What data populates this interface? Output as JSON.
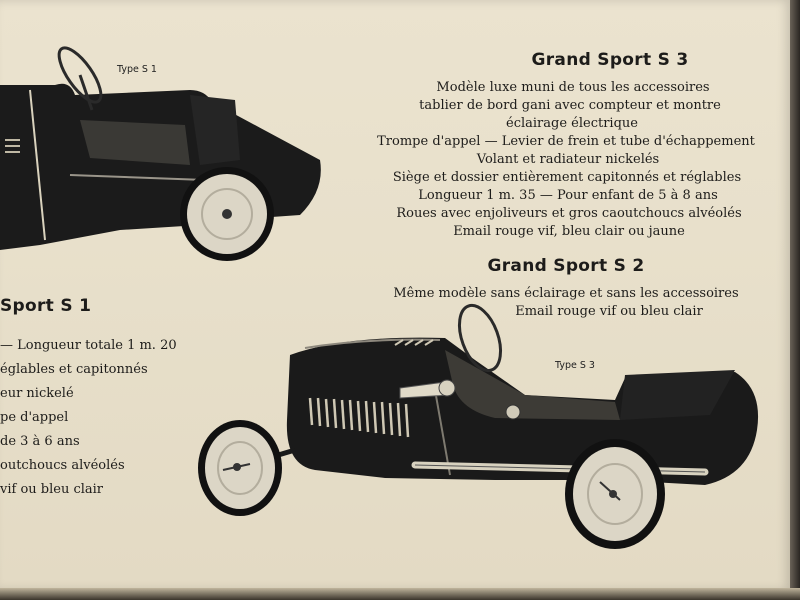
{
  "s3": {
    "title": "Grand Sport S 3",
    "lines": [
      "Modèle luxe muni de tous les accessoires",
      "tablier de bord  gani avec compteur et montre",
      "éclairage électrique",
      "Trompe d'appel — Levier de frein et tube d'échappement",
      "Volant et radiateur nickelés",
      "Siège et dossier entièrement capitonnés et réglables",
      "Longueur 1 m. 35 — Pour enfant de 5 à 8 ans",
      "Roues avec  enjoliveurs et gros caoutchoucs  alvéolés",
      "Email rouge vif, bleu clair ou jaune"
    ]
  },
  "s2": {
    "title": "Grand Sport S 2",
    "lines": [
      "Même modèle sans éclairage et sans les accessoires",
      "Email rouge vif ou bleu clair"
    ]
  },
  "s1": {
    "title": "Sport S 1",
    "lines": [
      "—  Longueur totale 1 m. 20",
      "églables et capitonnés",
      "eur nickelé",
      "pe d'appel",
      " de 3 à 6 ans",
      "outchoucs  alvéolés",
      "vif ou bleu clair"
    ]
  },
  "captions": {
    "type_s1": "Type S 1",
    "type_s3": "Type S 3"
  },
  "colors": {
    "paper": "#e8e0cb",
    "ink": "#1d1c1a",
    "car_body": "#1a1a1a"
  }
}
